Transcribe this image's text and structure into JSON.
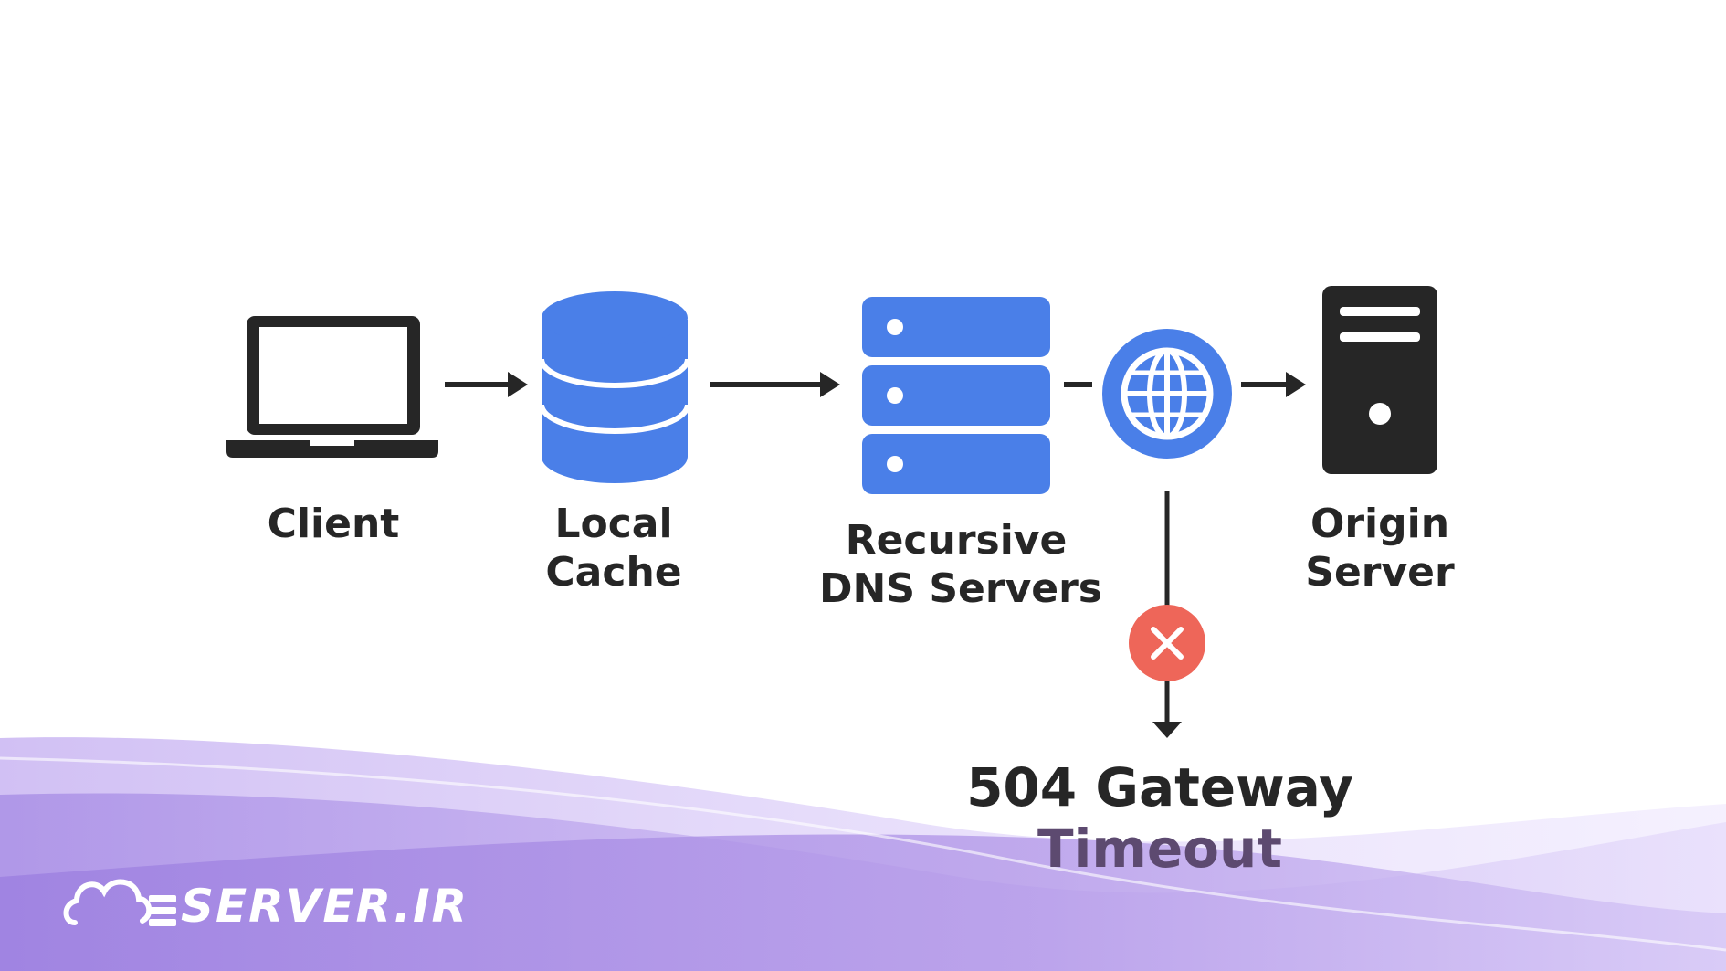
{
  "nodes": {
    "client": {
      "line1": "Client"
    },
    "local_cache": {
      "line1": "Local",
      "line2": "Cache"
    },
    "recursive_dns": {
      "line1": "Recursive",
      "line2": "DNS Servers"
    },
    "origin_server": {
      "line1": "Origin",
      "line2": "Server"
    }
  },
  "error": {
    "line1": "504 Gateway",
    "line2": "Timeout"
  },
  "logo": {
    "text": "SERVER.IR",
    "icon": "cloud-server-icon"
  },
  "colors": {
    "blue": "#4a7fe8",
    "dark": "#262626",
    "error_red": "#ee6659",
    "purple_wave": "#b49be8"
  },
  "icons": {
    "client": "laptop-icon",
    "local_cache": "database-icon",
    "recursive_dns": "server-stack-icon",
    "internet": "globe-icon",
    "origin_server": "server-tower-icon",
    "failure": "error-x-icon"
  }
}
